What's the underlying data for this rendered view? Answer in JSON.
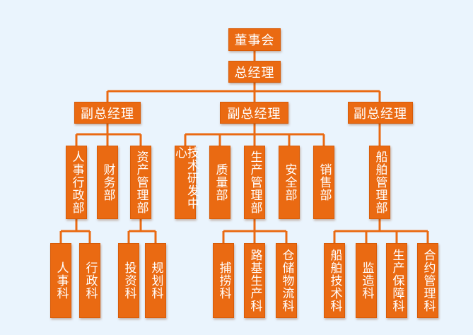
{
  "org_chart": {
    "top": "董事会",
    "general_manager": "总经理",
    "deputy_gm_1": {
      "title": "副总经理",
      "departments": [
        {
          "name": "人事行政部",
          "sections": [
            "人事科",
            "行政科"
          ]
        },
        {
          "name": "财务部",
          "sections": []
        },
        {
          "name": "资产管理部",
          "sections": [
            "投资科",
            "规划科"
          ]
        }
      ]
    },
    "deputy_gm_2": {
      "title": "副总经理",
      "departments": [
        {
          "name": "技术研发中心",
          "sections": []
        },
        {
          "name": "质量部",
          "sections": []
        },
        {
          "name": "生产管理部",
          "sections": [
            "捕捞科",
            "路基生产科",
            "仓储物流科"
          ]
        },
        {
          "name": "安全部",
          "sections": []
        },
        {
          "name": "销售部",
          "sections": []
        }
      ]
    },
    "deputy_gm_3": {
      "title": "副总经理",
      "departments": [
        {
          "name": "船舶管理部",
          "sections": [
            "船舶技术科",
            "监造科",
            "生产保障科",
            "合约管理科"
          ]
        }
      ]
    }
  },
  "colors": {
    "box": "#ea6a12",
    "line": "#ea6a12",
    "background": "#eaf4fd",
    "text": "#ffffff"
  }
}
